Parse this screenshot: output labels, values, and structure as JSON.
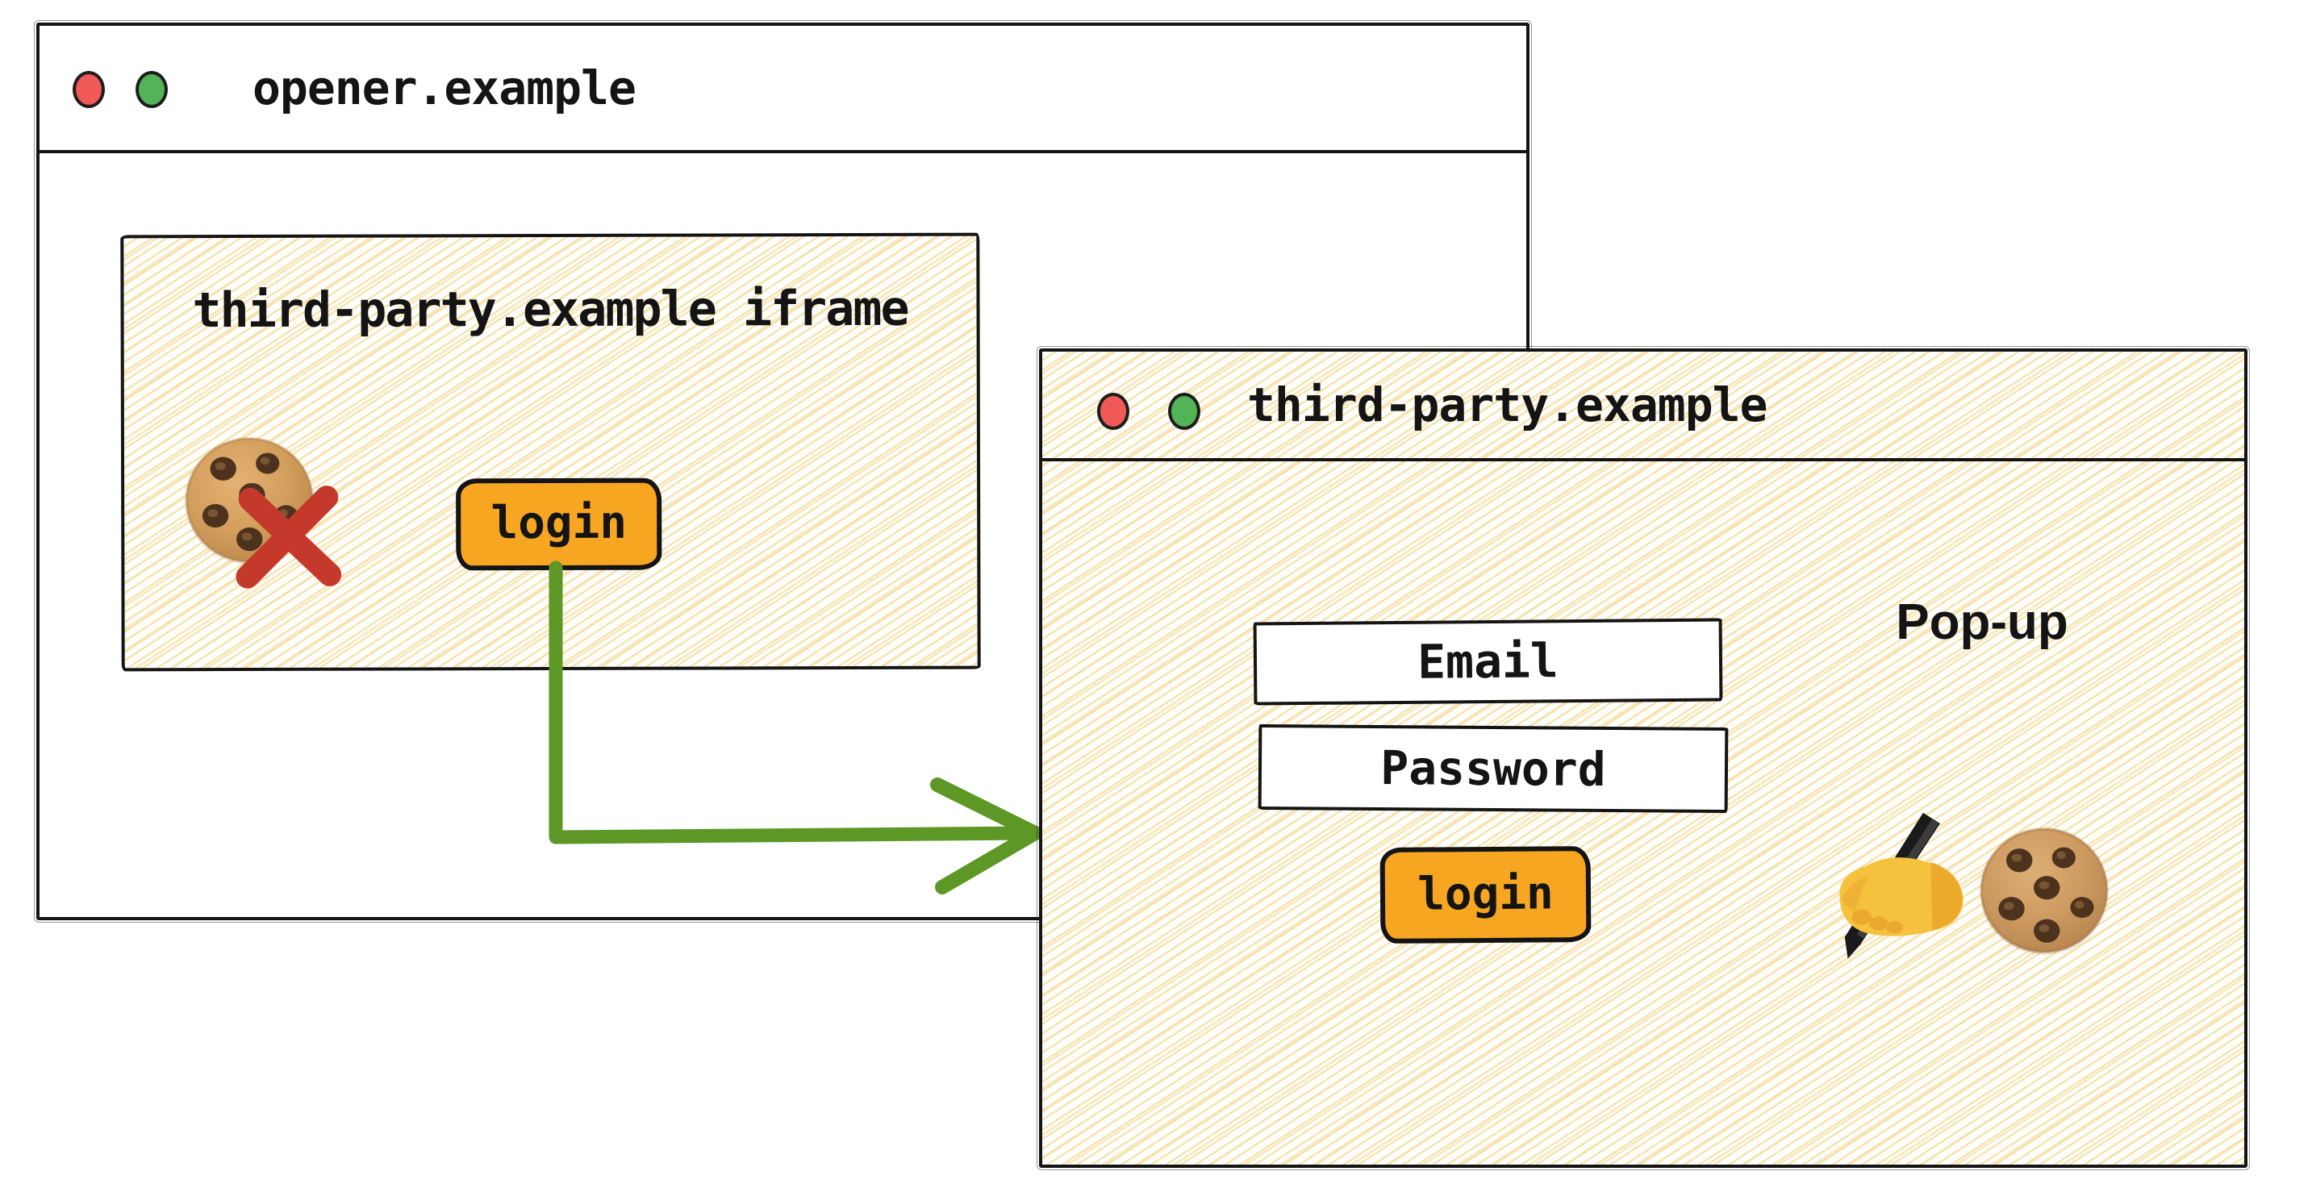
{
  "opener_window": {
    "title": "opener.example",
    "traffic_lights": {
      "left": "red",
      "right": "green"
    },
    "iframe": {
      "label": "third-party.example iframe",
      "login_button_label": "login"
    }
  },
  "popup_window": {
    "title": "third-party.example",
    "traffic_lights": {
      "left": "red",
      "right": "green"
    },
    "annotation": "Pop-up",
    "fields": {
      "email_label": "Email",
      "password_label": "Password"
    },
    "login_button_label": "login"
  },
  "icons": {
    "iframe_cookie": "cookie-emoji",
    "iframe_blocked": "red-cross-mark",
    "popup_writing_hand": "writing-hand-emoji",
    "popup_cookie": "cookie-emoji"
  },
  "colors": {
    "button_orange": "#f7a622",
    "arrow_green": "#5d9726",
    "cross_red": "#c5392c",
    "traffic_red": "#ef5a58",
    "traffic_green": "#53b457",
    "hatch_line": "#f6dfa2",
    "ink": "#141414",
    "paper": "#ffffff"
  }
}
